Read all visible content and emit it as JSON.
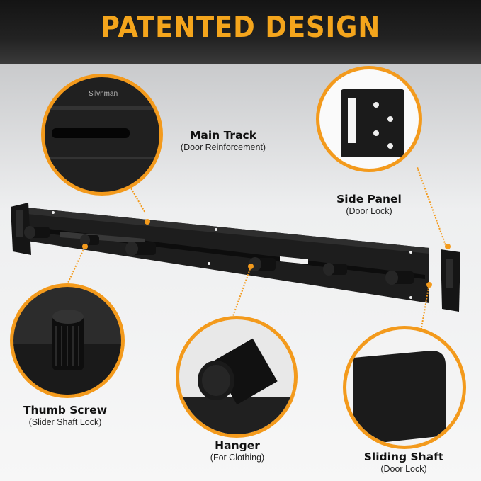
{
  "headline": "PATENTED DESIGN",
  "brand": "Silvnman",
  "callouts": [
    {
      "key": "main_track",
      "title": "Main Track",
      "subtitle": "(Door Reinforcement)"
    },
    {
      "key": "side_panel",
      "title": "Side Panel",
      "subtitle": "(Door Lock)"
    },
    {
      "key": "thumb_screw",
      "title": "Thumb Screw",
      "subtitle": "(Slider Shaft Lock)"
    },
    {
      "key": "hanger",
      "title": "Hanger",
      "subtitle": "(For Clothing)"
    },
    {
      "key": "sliding_shaft",
      "title": "Sliding Shaft",
      "subtitle": "(Door Lock)"
    }
  ],
  "colors": {
    "accent": "#f39a1c",
    "metal": "#1c1c1c"
  }
}
